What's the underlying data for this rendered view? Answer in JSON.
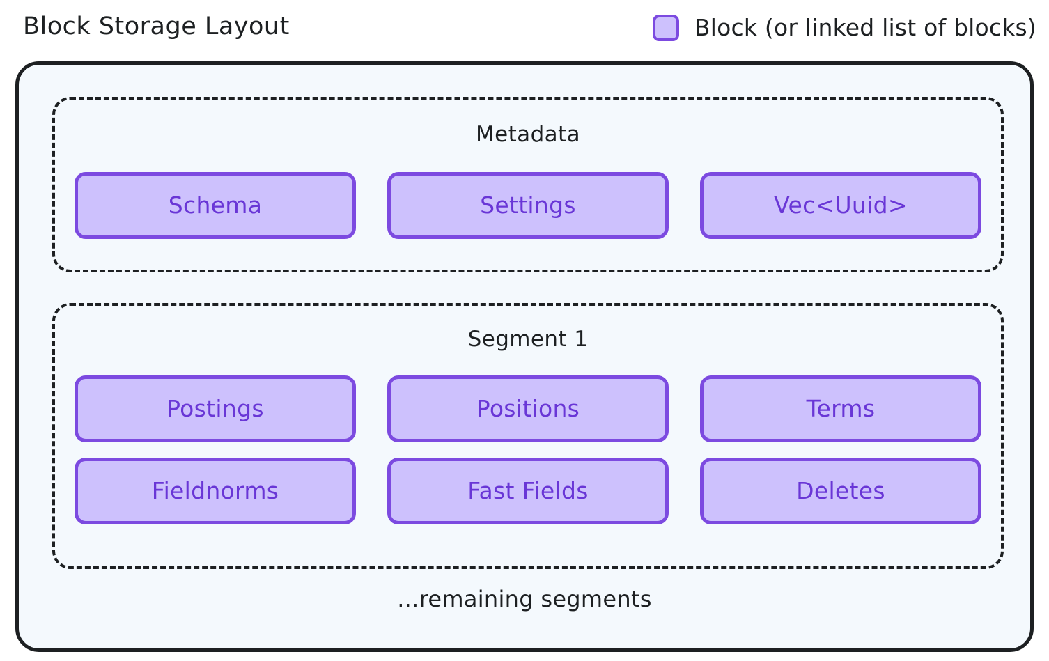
{
  "header": {
    "title": "Block Storage Layout",
    "legend": {
      "swatch_icon": "block-swatch-icon",
      "label": "Block (or linked list of blocks)",
      "swatch_fill": "#cdc1fd",
      "swatch_stroke": "#7c4ae0"
    }
  },
  "colors": {
    "canvas": "#ffffff",
    "container_fill": "#f4f9fd",
    "container_stroke": "#1d2022",
    "group_stroke": "#1d2022",
    "block_fill": "#cdc1fd",
    "block_stroke": "#7c4ae0",
    "block_text": "#6936d6",
    "text": "#1d2022"
  },
  "container": {
    "groups": [
      {
        "id": "metadata",
        "title": "Metadata",
        "rows": [
          [
            {
              "label": "Schema"
            },
            {
              "label": "Settings"
            },
            {
              "label": "Vec<Uuid>"
            }
          ]
        ]
      },
      {
        "id": "segment-1",
        "title": "Segment 1",
        "rows": [
          [
            {
              "label": "Postings"
            },
            {
              "label": "Positions"
            },
            {
              "label": "Terms"
            }
          ],
          [
            {
              "label": "Fieldnorms"
            },
            {
              "label": "Fast Fields"
            },
            {
              "label": "Deletes"
            }
          ]
        ]
      }
    ],
    "footer_note": "...remaining segments"
  }
}
